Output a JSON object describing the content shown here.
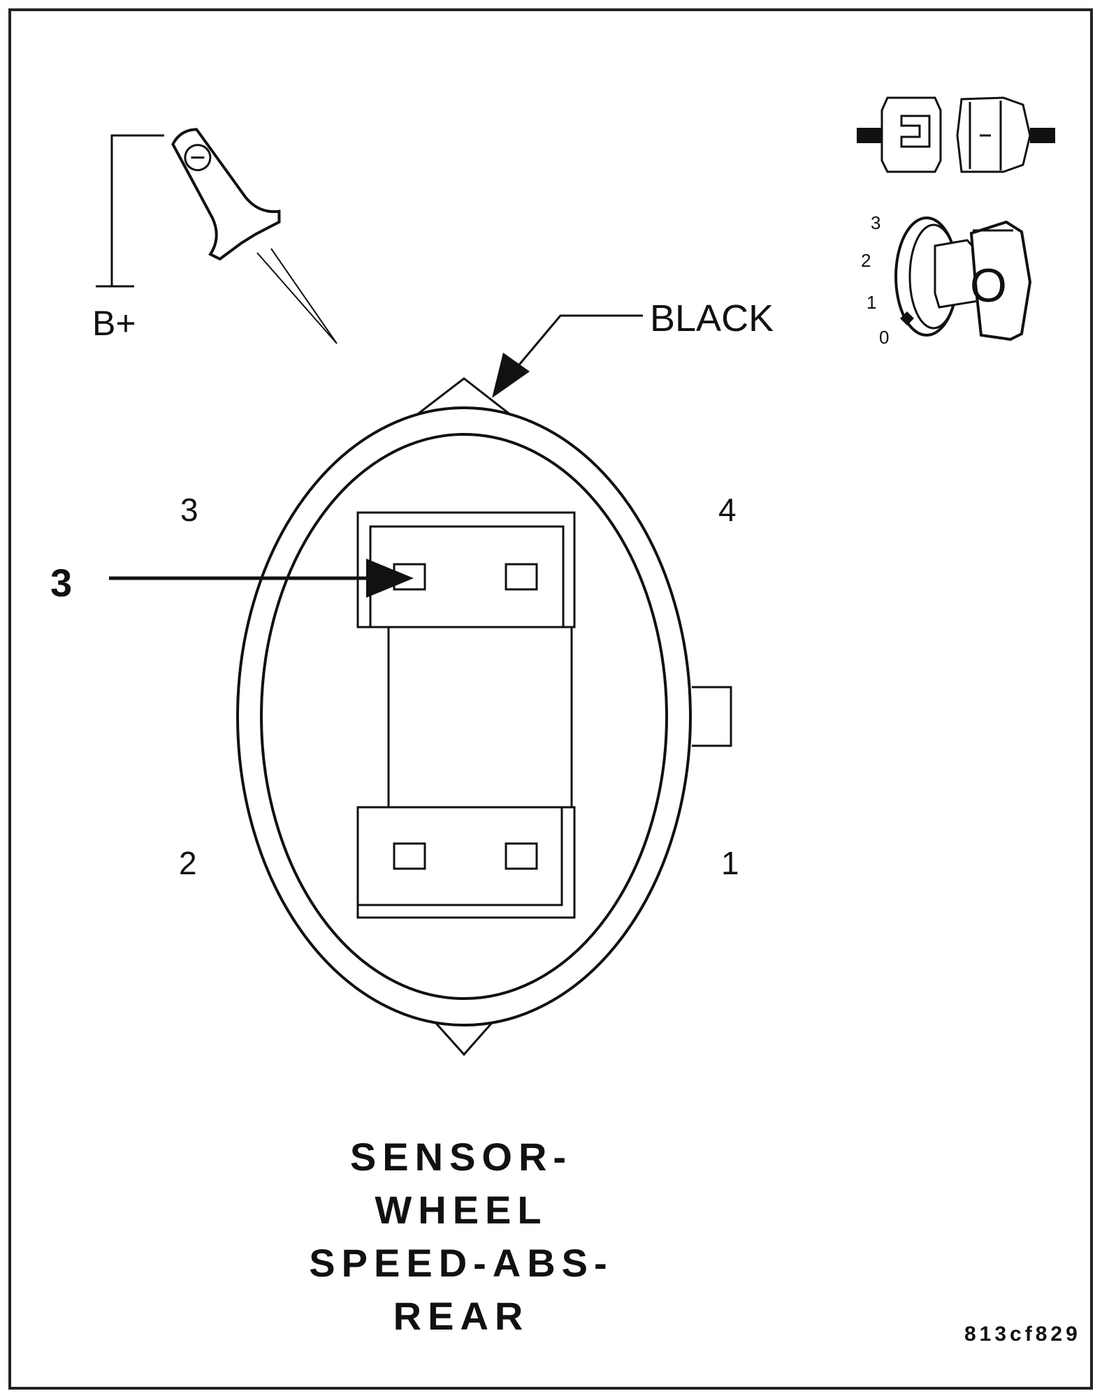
{
  "probe": {
    "supply_label": "B+"
  },
  "wire_color": {
    "label": "BLACK"
  },
  "connector": {
    "pin_numbers": [
      "3",
      "4",
      "2",
      "1"
    ],
    "callout_number": "3"
  },
  "ignition": {
    "positions": [
      "3",
      "2",
      "1",
      "0"
    ],
    "key_symbol": "O"
  },
  "caption": {
    "lines": [
      "SENSOR-",
      "WHEEL",
      "SPEED-ABS-",
      "REAR"
    ]
  },
  "figure_code": "813cf829"
}
